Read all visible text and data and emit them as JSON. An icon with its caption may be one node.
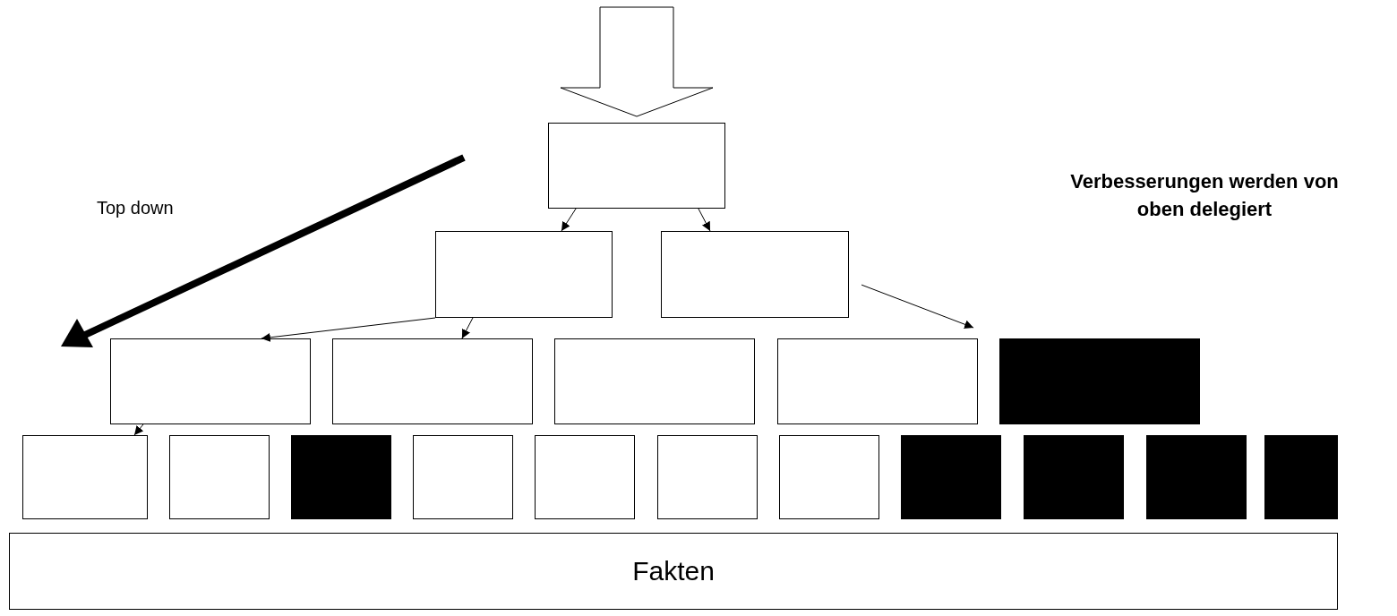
{
  "diagram": {
    "nodes": [
      {
        "text": [],
        "shape": "box"
      },
      {
        "text": [],
        "shape": "box"
      },
      {
        "text": [],
        "shape": "box"
      },
      {
        "text": [],
        "shape": "box"
      },
      {
        "text": [],
        "shape": "box"
      },
      {
        "text": [],
        "shape": "box"
      },
      {
        "text": [],
        "shape": "box"
      },
      {
        "text": [],
        "shape": "box"
      },
      {
        "text": [],
        "shape": "box"
      },
      {
        "text": [],
        "shape": "box"
      },
      {
        "text": [],
        "shape": "box"
      },
      {
        "text": [],
        "shape": "box"
      },
      {
        "text": [],
        "shape": "box"
      },
      {
        "text": [],
        "shape": "box"
      },
      {
        "text": [],
        "shape": "box"
      },
      {
        "text": [],
        "shape": "box"
      },
      {
        "text": [],
        "shape": "box"
      },
      {
        "text": [],
        "shape": "box"
      },
      {
        "text": [],
        "shape": "box"
      },
      {
        "text": [
          "Fakten"
        ]
      }
    ],
    "edges": [
      {
        "from": null,
        "to": 0,
        "arrow": "to"
      },
      {
        "from": 0,
        "to": 1,
        "arrow": "to"
      },
      {
        "from": 0,
        "to": 2,
        "arrow": "to"
      },
      {
        "from": 1,
        "to": 3,
        "arrow": "to"
      },
      {
        "from": 1,
        "to": 4,
        "arrow": "to"
      },
      {
        "from": 2,
        "to": 6,
        "arrow": "to"
      },
      {
        "from": 3,
        "to": 8,
        "arrow": "to"
      }
    ],
    "labels": [
      "Top down",
      "Verbesserungen werden von oben delegiert"
    ]
  }
}
